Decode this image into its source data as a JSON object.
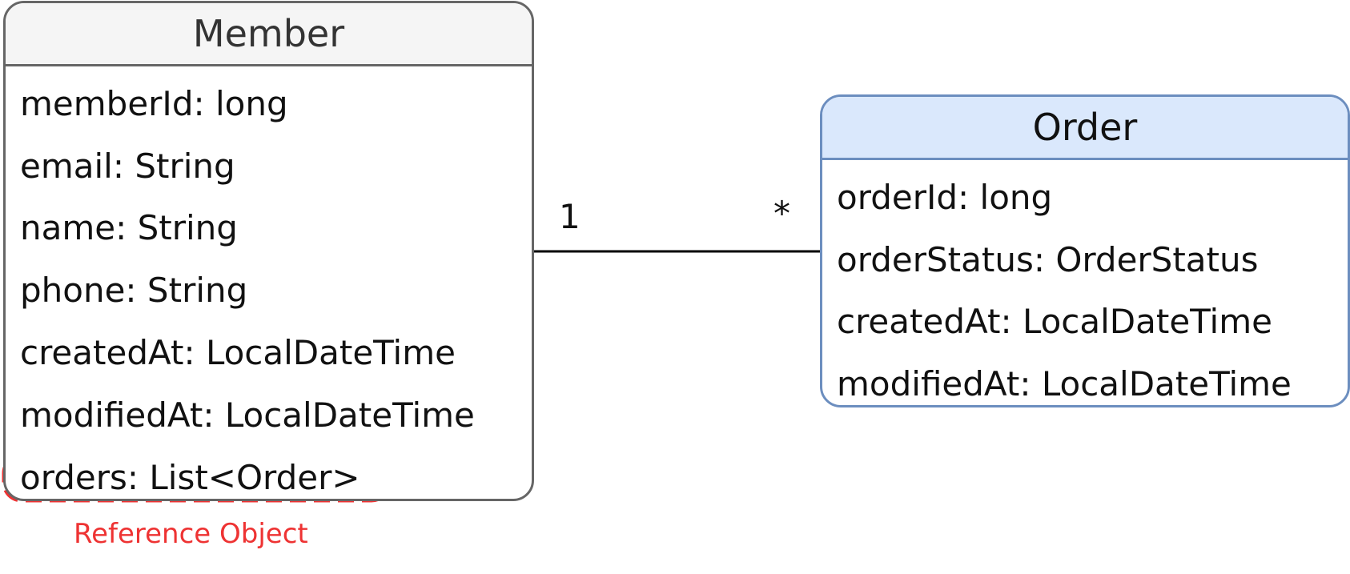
{
  "member": {
    "title": "Member",
    "attributes": [
      "memberId: long",
      "email: String",
      "name: String",
      "phone: String",
      "createdAt: LocalDateTime",
      "modifiedAt: LocalDateTime",
      "orders: List<Order>"
    ]
  },
  "order": {
    "title": "Order",
    "attributes": [
      "orderId: long",
      "orderStatus: OrderStatus",
      "createdAt: LocalDateTime",
      "modifiedAt: LocalDateTime"
    ]
  },
  "association": {
    "member_multiplicity": "1",
    "order_multiplicity": "*"
  },
  "annotation": {
    "label": "Reference Object",
    "color": "#ee3333"
  },
  "colors": {
    "member_header_fill": "#f5f5f5",
    "member_border": "#666666",
    "order_header_fill": "#dae8fc",
    "order_border": "#6c8ebf"
  }
}
